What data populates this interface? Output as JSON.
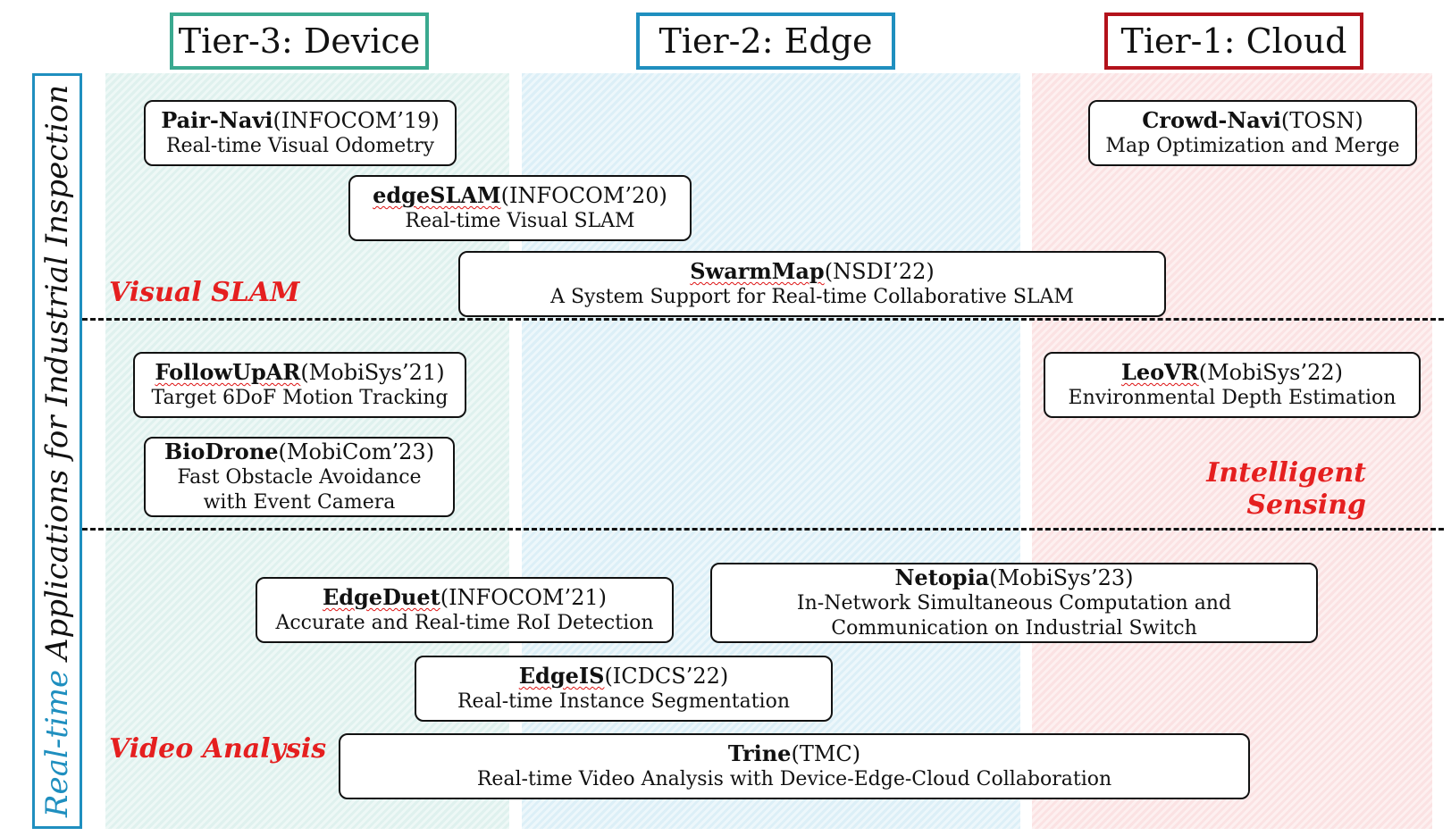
{
  "tiers": {
    "device": "Tier-3: Device",
    "edge": "Tier-2: Edge",
    "cloud": "Tier-1: Cloud"
  },
  "side_label": {
    "accent": "Real-time",
    "rest": " Applications for Industrial Inspection"
  },
  "categories": {
    "visual_slam": "Visual SLAM",
    "intelligent_sensing_line1": "Intelligent",
    "intelligent_sensing_line2": "Sensing",
    "video_analysis": "Video Analysis"
  },
  "cards": {
    "pair_navi": {
      "name": "Pair-Navi",
      "venue": "(INFOCOM’19)",
      "desc": "Real-time Visual Odometry"
    },
    "crowd_navi": {
      "name": "Crowd-Navi",
      "venue": "(TOSN)",
      "desc": "Map Optimization and Merge"
    },
    "edgeslam": {
      "name": "edgeSLAM",
      "venue": "(INFOCOM’20)",
      "desc": "Real-time Visual SLAM"
    },
    "swarmmap": {
      "name": "SwarmMap",
      "venue": "(NSDI’22)",
      "desc": "A System Support for Real-time Collaborative SLAM"
    },
    "followupar": {
      "name": "FollowUpAR",
      "venue": "(MobiSys’21)",
      "desc": "Target 6DoF Motion Tracking"
    },
    "leovr": {
      "name": "LeoVR",
      "venue": "(MobiSys’22)",
      "desc": "Environmental Depth Estimation"
    },
    "biodrone": {
      "name": "BioDrone",
      "venue": "(MobiCom’23)",
      "desc1": "Fast Obstacle Avoidance",
      "desc2": "with Event Camera"
    },
    "edgeduet": {
      "name": "EdgeDuet",
      "venue": "(INFOCOM’21)",
      "desc": "Accurate and Real-time RoI Detection"
    },
    "netopia": {
      "name": "Netopia",
      "venue": "(MobiSys’23)",
      "desc1": "In-Network Simultaneous Computation and",
      "desc2": "Communication on Industrial Switch"
    },
    "edgeis": {
      "name": "EdgeIS",
      "venue": "(ICDCS’22)",
      "desc": "Real-time Instance Segmentation"
    },
    "trine": {
      "name": "Trine",
      "venue": "(TMC)",
      "desc": "Real-time Video Analysis with Device-Edge-Cloud Collaboration"
    }
  }
}
